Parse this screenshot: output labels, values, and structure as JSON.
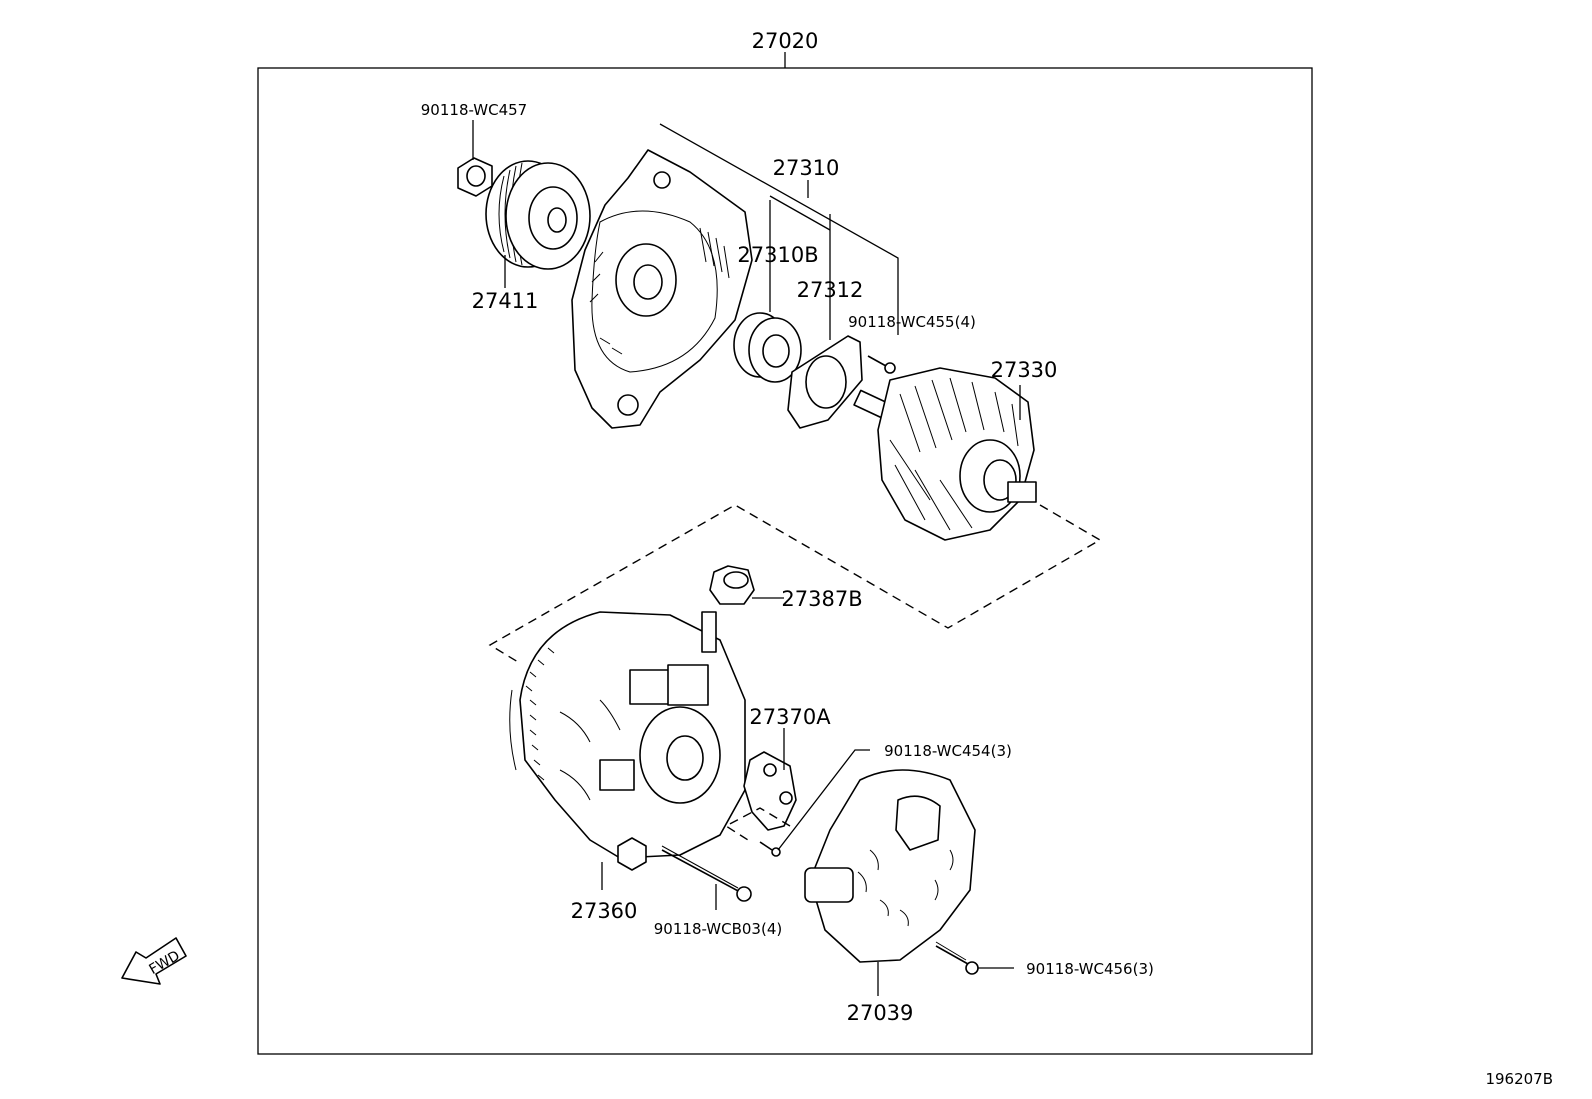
{
  "diagram": {
    "assembly_label": "27020",
    "figure_id": "196207B",
    "fwd_label": "FWD",
    "parts": {
      "p90118_wc457": "90118-WC457",
      "p27411": "27411",
      "p27310": "27310",
      "p27310b": "27310B",
      "p27312": "27312",
      "p90118_wc455": "90118-WC455(4)",
      "p27330": "27330",
      "p27387b": "27387B",
      "p27370a": "27370A",
      "p90118_wc454": "90118-WC454(3)",
      "p27360": "27360",
      "p90118_wcb03": "90118-WCB03(4)",
      "p90118_wc456": "90118-WC456(3)",
      "p27039": "27039"
    }
  }
}
